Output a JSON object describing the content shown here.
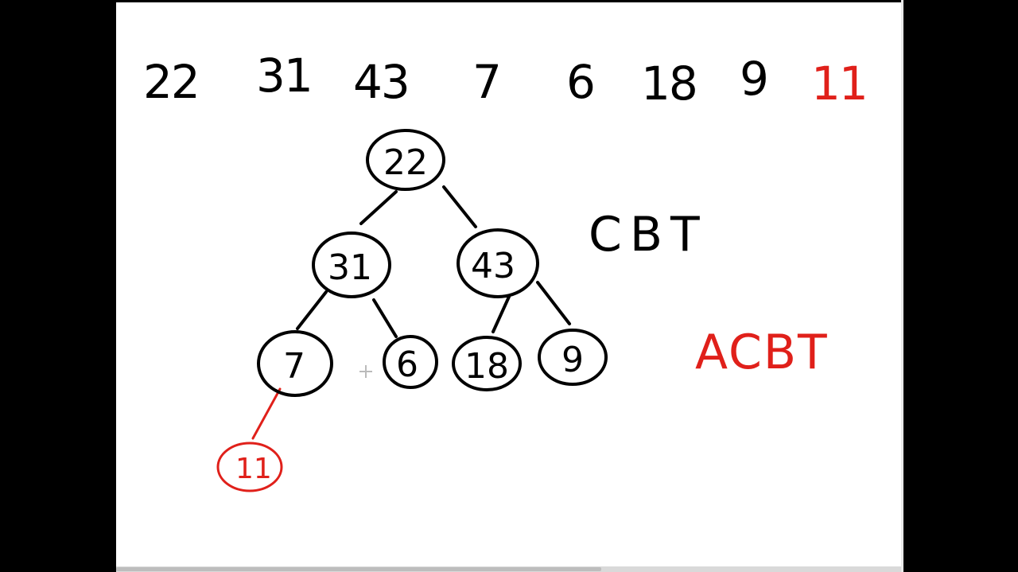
{
  "sequence": [
    {
      "label": "22",
      "color": "#000000"
    },
    {
      "label": "31",
      "color": "#000000"
    },
    {
      "label": "43",
      "color": "#000000"
    },
    {
      "label": "7",
      "color": "#000000"
    },
    {
      "label": "6",
      "color": "#000000"
    },
    {
      "label": "18",
      "color": "#000000"
    },
    {
      "label": "9",
      "color": "#000000"
    },
    {
      "label": "11",
      "color": "#e0201a"
    }
  ],
  "tree": {
    "nodes": [
      {
        "id": "n22",
        "label": "22",
        "color": "#000000"
      },
      {
        "id": "n31",
        "label": "31",
        "color": "#000000"
      },
      {
        "id": "n43",
        "label": "43",
        "color": "#000000"
      },
      {
        "id": "n7",
        "label": "7",
        "color": "#000000"
      },
      {
        "id": "n6",
        "label": "6",
        "color": "#000000"
      },
      {
        "id": "n18",
        "label": "18",
        "color": "#000000"
      },
      {
        "id": "n9",
        "label": "9",
        "color": "#000000"
      },
      {
        "id": "n11",
        "label": "11",
        "color": "#e0201a"
      }
    ],
    "edges": [
      {
        "from": "n22",
        "to": "n31",
        "color": "#000000"
      },
      {
        "from": "n22",
        "to": "n43",
        "color": "#000000"
      },
      {
        "from": "n31",
        "to": "n7",
        "color": "#000000"
      },
      {
        "from": "n31",
        "to": "n6",
        "color": "#000000"
      },
      {
        "from": "n43",
        "to": "n18",
        "color": "#000000"
      },
      {
        "from": "n43",
        "to": "n9",
        "color": "#000000"
      },
      {
        "from": "n7",
        "to": "n11",
        "color": "#e0201a"
      }
    ]
  },
  "labels": {
    "cbt": "CBT",
    "acbt": "ACBT"
  },
  "colors": {
    "ink": "#000000",
    "red_ink": "#e0201a",
    "board": "#ffffff"
  }
}
